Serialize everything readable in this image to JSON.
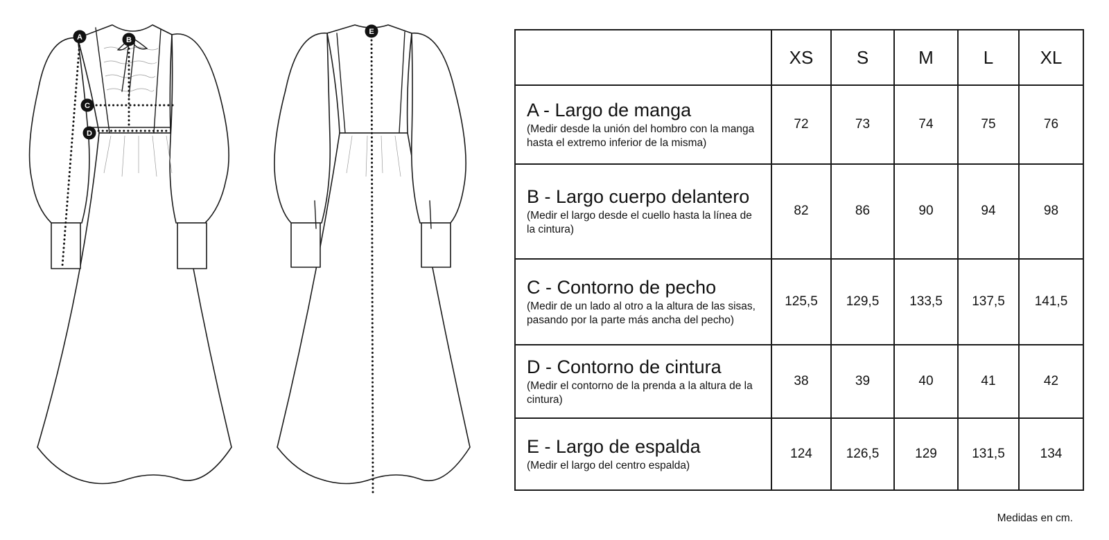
{
  "figures": {
    "front_markers": [
      "A",
      "B",
      "C",
      "D"
    ],
    "back_markers": [
      "E"
    ]
  },
  "table": {
    "corner": "",
    "sizes": [
      "XS",
      "S",
      "M",
      "L",
      "XL"
    ],
    "rows": [
      {
        "title": "A - Largo de manga",
        "desc": "(Medir desde la unión del hombro con la manga hasta el extremo inferior de la misma)",
        "values": [
          "72",
          "73",
          "74",
          "75",
          "76"
        ]
      },
      {
        "title": "B - Largo cuerpo delantero",
        "desc": "(Medir el largo desde el cuello hasta la línea de la cintura)",
        "values": [
          "82",
          "86",
          "90",
          "94",
          "98"
        ]
      },
      {
        "title": "C - Contorno de pecho",
        "desc": "(Medir de un lado al otro a la altura de las sisas, pasando por la parte más ancha del pecho)",
        "values": [
          "125,5",
          "129,5",
          "133,5",
          "137,5",
          "141,5"
        ]
      },
      {
        "title": "D - Contorno de cintura",
        "desc": "(Medir el contorno de la prenda a la altura de la cintura)",
        "values": [
          "38",
          "39",
          "40",
          "41",
          "42"
        ]
      },
      {
        "title": "E - Largo de espalda",
        "desc": "(Medir el largo del centro espalda)",
        "values": [
          "124",
          "126,5",
          "129",
          "131,5",
          "134"
        ]
      }
    ]
  },
  "note": "Medidas en cm."
}
